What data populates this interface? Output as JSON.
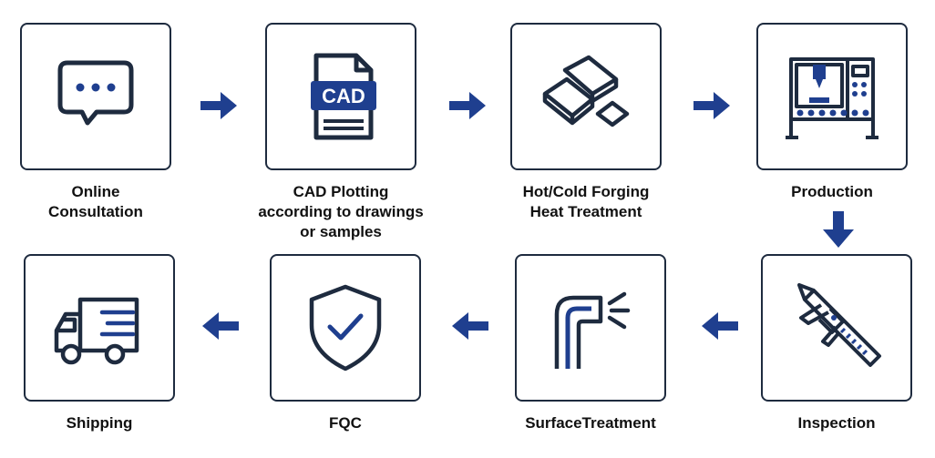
{
  "colors": {
    "accent": "#1f3f8f",
    "dark": "#1e2b3f",
    "text": "#111111"
  },
  "steps": [
    {
      "label": "Online\nConsultation",
      "icon": "chat-bubble-icon"
    },
    {
      "label": "CAD Plotting\naccording to drawings\nor samples",
      "icon": "cad-file-icon",
      "icon_text": "CAD"
    },
    {
      "label": "Hot/Cold Forging\nHeat Treatment",
      "icon": "metal-ingots-icon"
    },
    {
      "label": "Production",
      "icon": "cnc-machine-icon"
    },
    {
      "label": "Inspection",
      "icon": "caliper-icon"
    },
    {
      "label": "SurfaceTreatment",
      "icon": "spray-nozzle-icon"
    },
    {
      "label": "FQC",
      "icon": "shield-check-icon"
    },
    {
      "label": "Shipping",
      "icon": "delivery-truck-icon"
    }
  ]
}
